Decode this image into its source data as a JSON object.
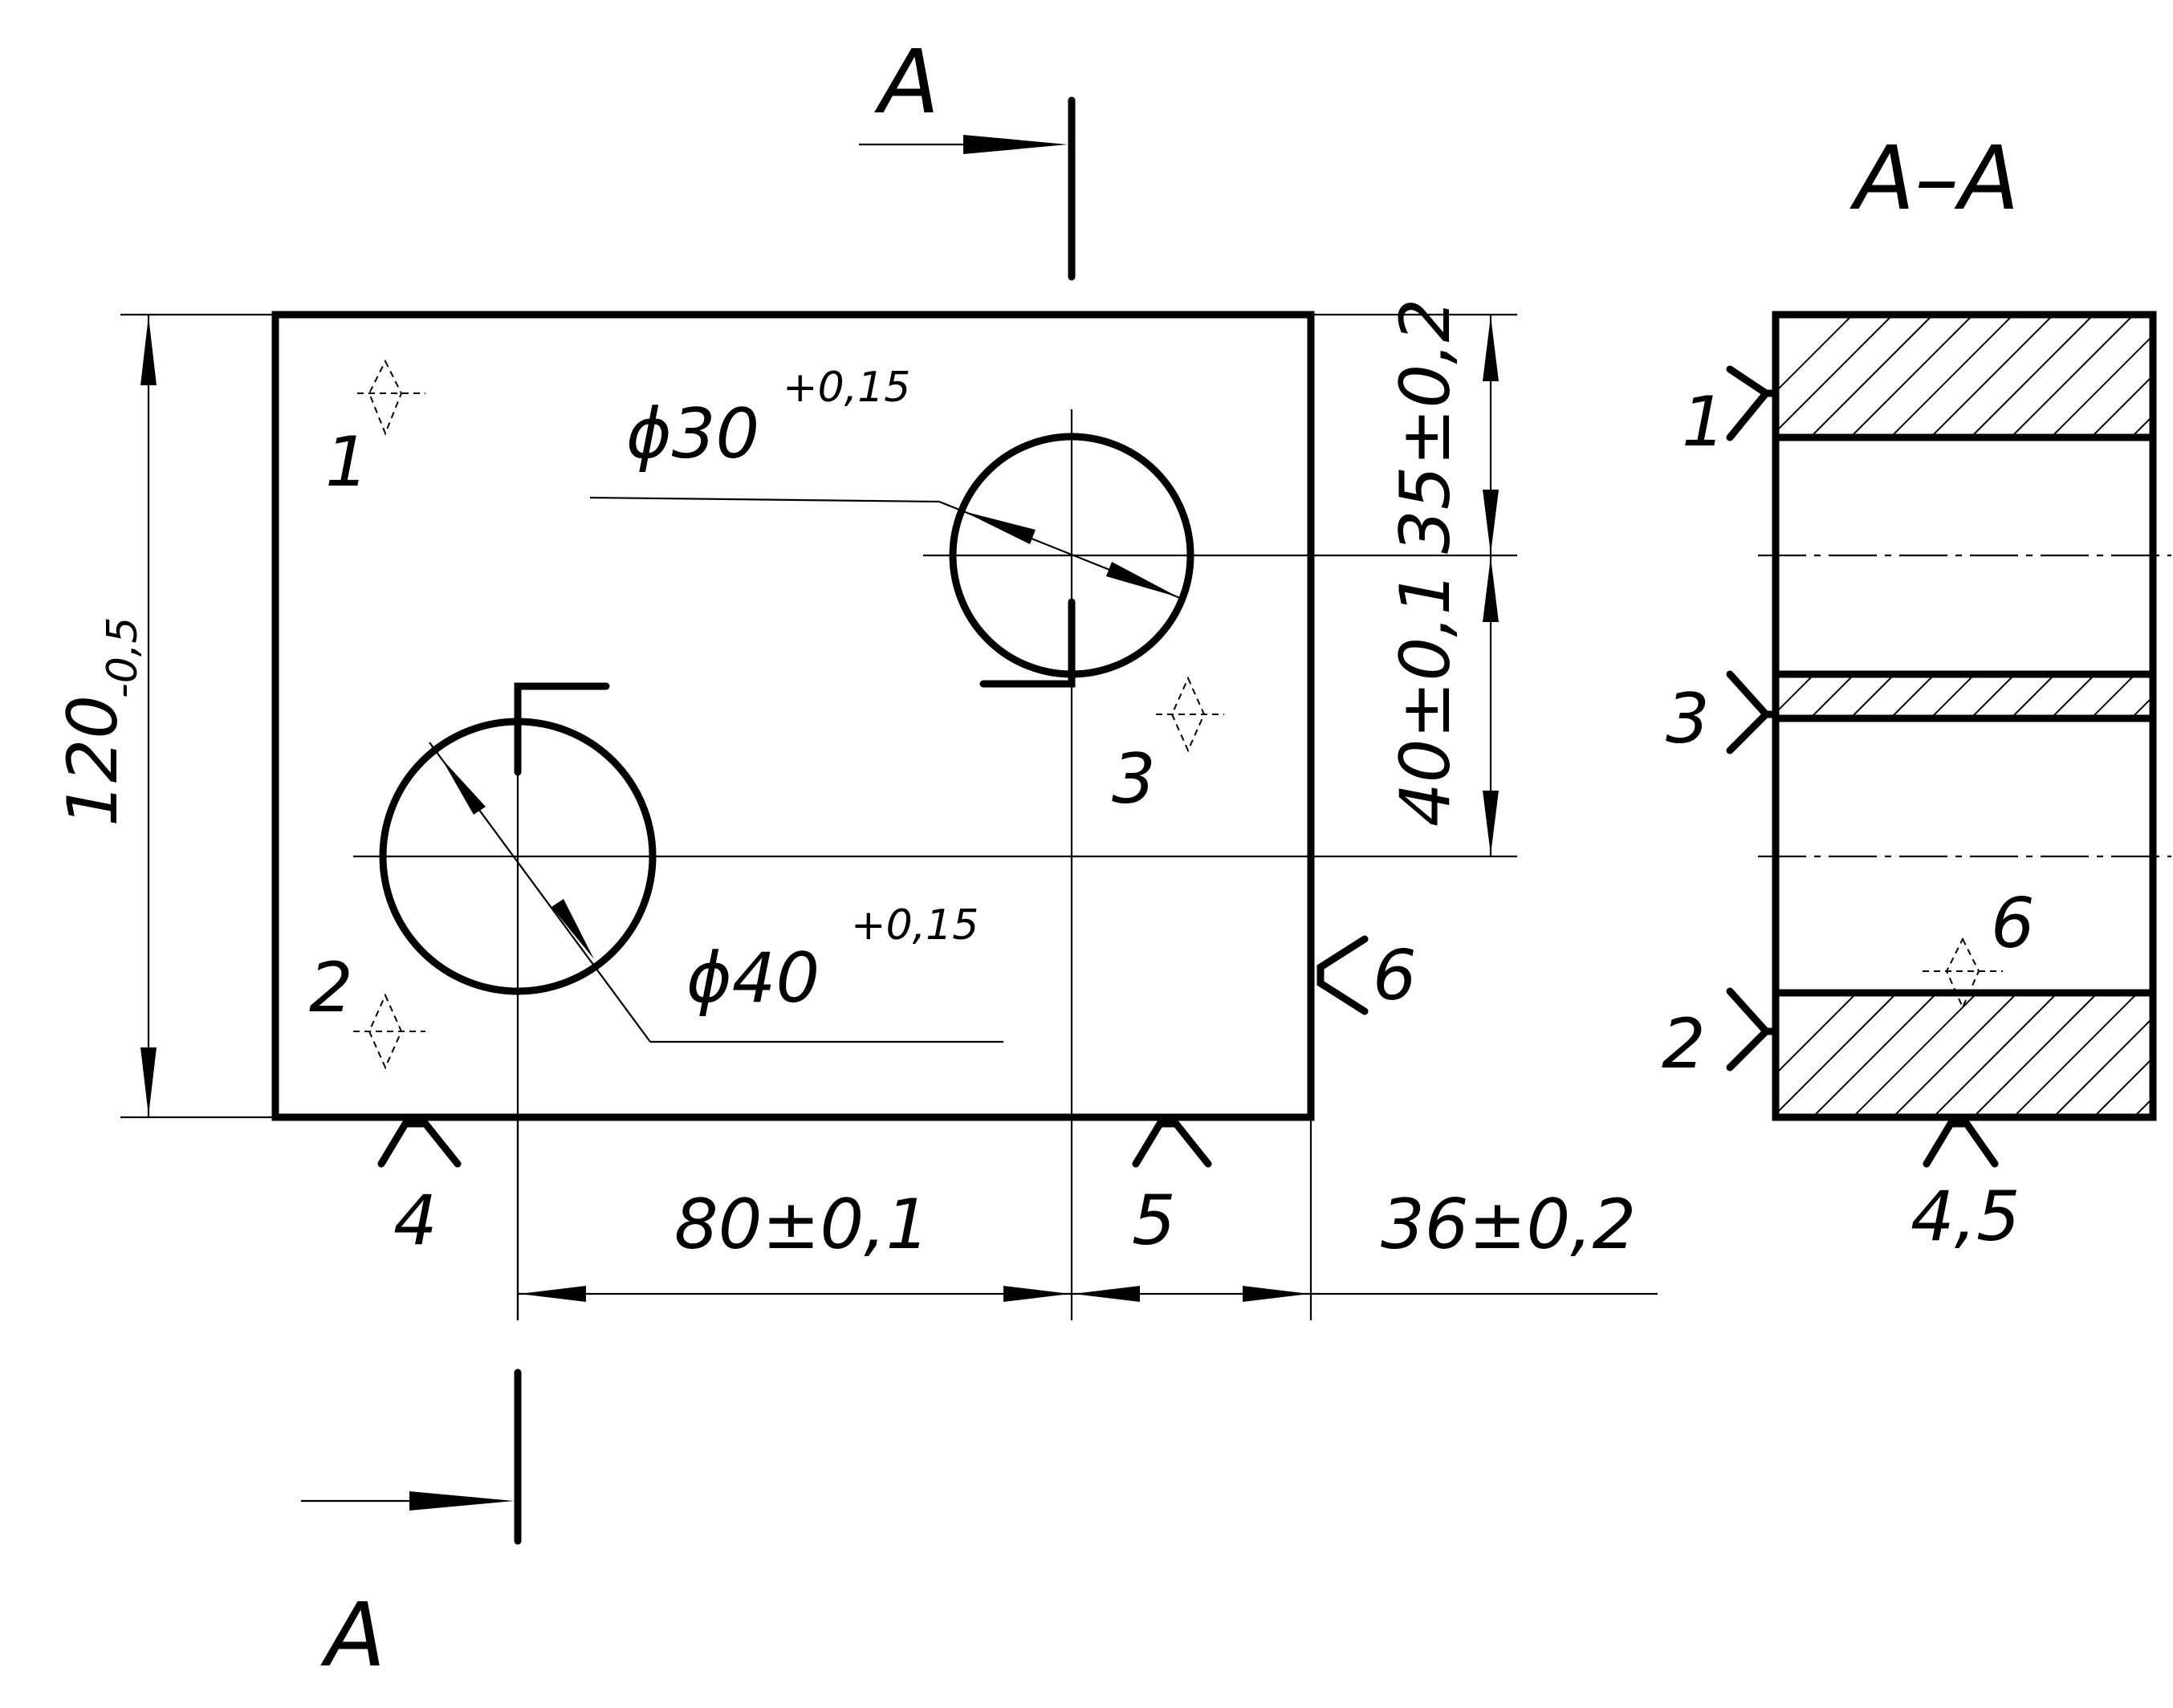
{
  "section_marks": {
    "top": "A",
    "bottom": "A",
    "view_title": "A–A"
  },
  "dimensions": {
    "height": {
      "nominal": "120",
      "tolerance": "-0,5"
    },
    "hole_small": {
      "diameter": "ϕ30",
      "tolerance": "+0,15"
    },
    "hole_large": {
      "diameter": "ϕ40",
      "tolerance": "+0,15"
    },
    "top_offset": "35±0,2",
    "hole_spacing_vertical": "40±0,1",
    "hole_spacing_horizontal": "80±0,1",
    "right_offset": "36±0,2"
  },
  "datum_labels": {
    "d1": "1",
    "d2": "2",
    "d3": "3",
    "d4": "4",
    "d5": "5",
    "d6": "6",
    "section_1": "1",
    "section_2": "2",
    "section_3": "3",
    "section_45": "4,5",
    "section_6": "6"
  }
}
